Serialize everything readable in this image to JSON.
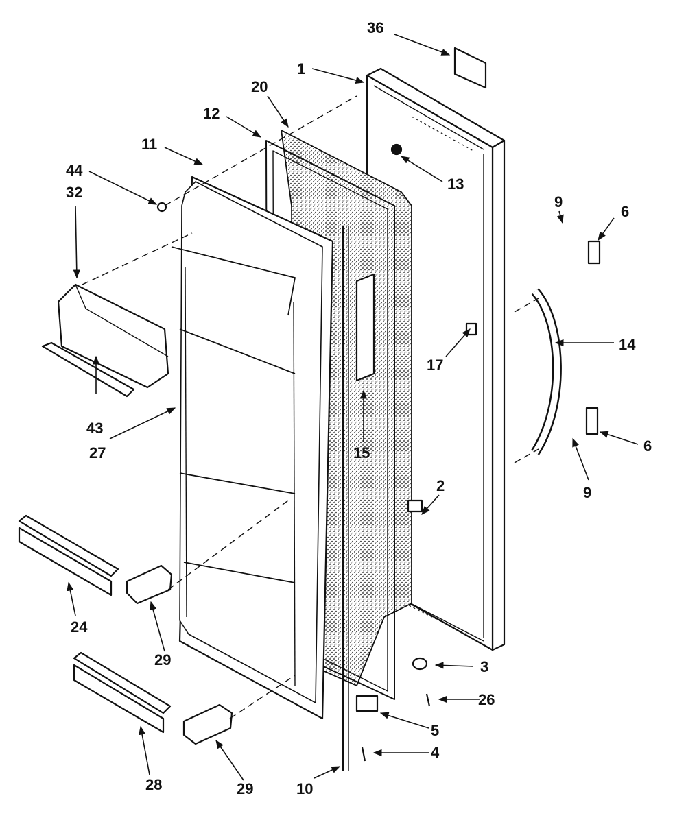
{
  "diagram": {
    "colors": {
      "ink": "#111111",
      "paper": "#ffffff",
      "foam": "#dcdcdc"
    },
    "part_labels": {
      "p36": "36",
      "p1": "1",
      "p20": "20",
      "p12": "12",
      "p11": "11",
      "p44": "44",
      "p32": "32",
      "p13": "13",
      "p9a": "9",
      "p6a": "6",
      "p14": "14",
      "p17": "17",
      "p43": "43",
      "p27": "27",
      "p15": "15",
      "p6b": "6",
      "p9b": "9",
      "p2": "2",
      "p24": "24",
      "p29a": "29",
      "p3": "3",
      "p26": "26",
      "p5": "5",
      "p4": "4",
      "p28": "28",
      "p29b": "29",
      "p10": "10"
    }
  }
}
